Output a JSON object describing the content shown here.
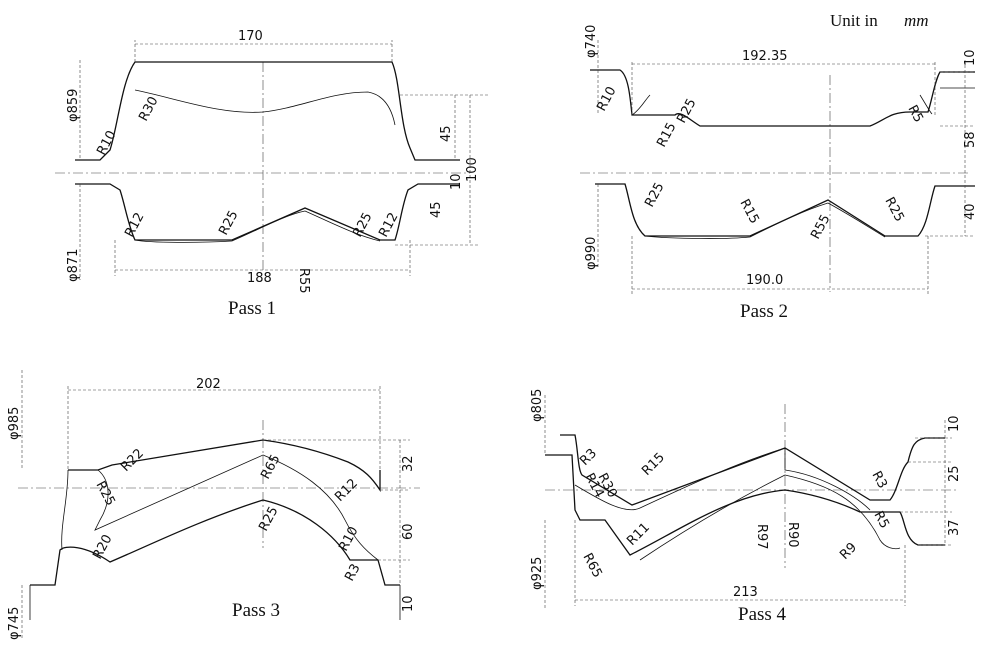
{
  "unit": {
    "prefix": "Unit in",
    "value": "mm"
  },
  "passes": [
    {
      "caption": "Pass 1",
      "labels": [
        "170",
        "188",
        "R30",
        "R10",
        "R12",
        "R25",
        "R55",
        "R25",
        "R12",
        "45",
        "100",
        "10",
        "45"
      ],
      "diameters": [
        "φ859",
        "φ871"
      ]
    },
    {
      "caption": "Pass 2",
      "labels": [
        "192.35",
        "190.0",
        "R10",
        "R25",
        "R15",
        "R5",
        "R25",
        "R15",
        "R55",
        "R25",
        "10",
        "58",
        "40"
      ],
      "diameters": [
        "φ740",
        "φ990"
      ]
    },
    {
      "caption": "Pass 3",
      "labels": [
        "202",
        "R22",
        "R25",
        "R20",
        "R65",
        "R25",
        "R12",
        "R10",
        "R3",
        "32",
        "60",
        "10"
      ],
      "diameters": [
        "φ985",
        "φ745"
      ]
    },
    {
      "caption": "Pass 4",
      "labels": [
        "213",
        "R3",
        "R14",
        "R30",
        "R15",
        "R11",
        "R65",
        "R97",
        "R90",
        "R9",
        "R3",
        "R5",
        "10",
        "25",
        "37"
      ],
      "diameters": [
        "φ805",
        "φ925"
      ]
    }
  ]
}
